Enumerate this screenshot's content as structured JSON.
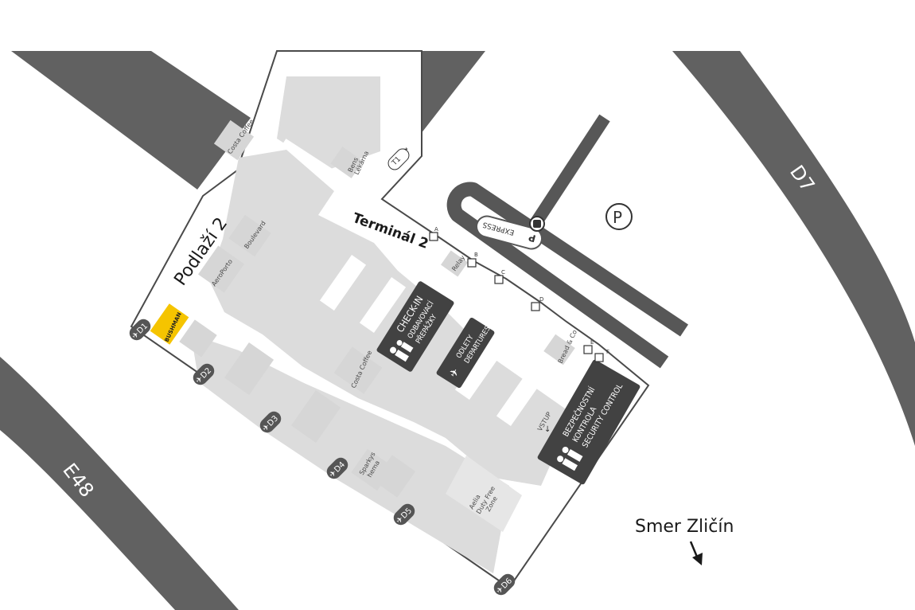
{
  "map_title": "Terminál 2",
  "floor_label": "Podlaží 2",
  "roads": [
    "D7",
    "E48"
  ],
  "direction_label": "Smer Zličín",
  "parking_symbol": "P",
  "express_label": "EXPRESS",
  "transfer_t1": "T1",
  "shops": {
    "costa_coffee_top": "Costa Coffee",
    "costa_coffee_main": "Costa Coffee",
    "boulevard": "Boulevard",
    "aeroporto": "AeroPorto",
    "bushman": "BUSHMAN",
    "relay": "Relay",
    "bens": "Bens",
    "sparkys": "Sparkys",
    "aelia": "Aelia Duty Free Zone",
    "bread": "Bread & Co"
  },
  "bens_line2": "Lékárna",
  "sparkys_line2": "hema",
  "aelia_lines": [
    "Aelia",
    "Duty Free",
    "Zone"
  ],
  "checkin": {
    "line1": "CHECK-IN",
    "line2": "ODBAVOVACÍ",
    "line3": "PŘEPÁŽKY"
  },
  "departures": {
    "line1": "ODLETY",
    "line2": "DEPARTURES"
  },
  "security": {
    "line1": "BEZPEČNOSTNÍ",
    "line2": "KONTROLA",
    "line3": "SECURITY CONTROL"
  },
  "entry_label": "VSTUP",
  "gates": [
    "D1",
    "D2",
    "D3",
    "D4",
    "D5",
    "D6"
  ],
  "entrances": [
    "A",
    "B",
    "C",
    "D",
    "E",
    "F"
  ],
  "colors": {
    "road": "#616161",
    "highlight": "#f5c400",
    "sign": "#424242",
    "zone": "#dcdcdc"
  }
}
